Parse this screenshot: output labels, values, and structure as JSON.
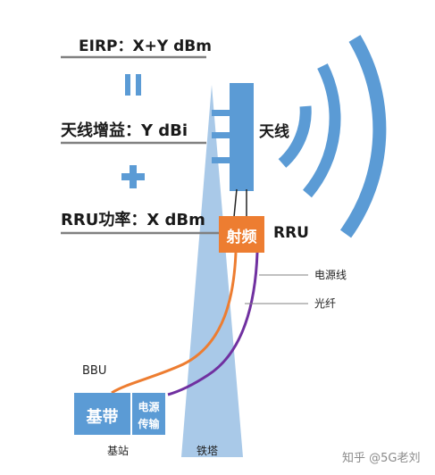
{
  "equation": {
    "eirp": "EIRP：X+Y dBm",
    "equals_sign": "=",
    "antenna_gain": "天线增益：Y dBi",
    "plus_sign": "+",
    "rru_power": "RRU功率：X dBm"
  },
  "labels": {
    "antenna": "天线",
    "rf_unit": "射频",
    "rru": "RRU",
    "power_line": "电源线",
    "fiber": "光纤",
    "bbu": "BBU",
    "baseband": "基带",
    "power_trans_1": "电源",
    "power_trans_2": "传输",
    "base_station": "基站",
    "tower": "铁塔"
  },
  "watermark": "知乎 @5G老刘",
  "colors": {
    "blue": "#5b9bd5",
    "tower": "#a9c9e8",
    "orange": "#ed7d31",
    "purple": "#7030a0",
    "gray_line": "#808080"
  }
}
